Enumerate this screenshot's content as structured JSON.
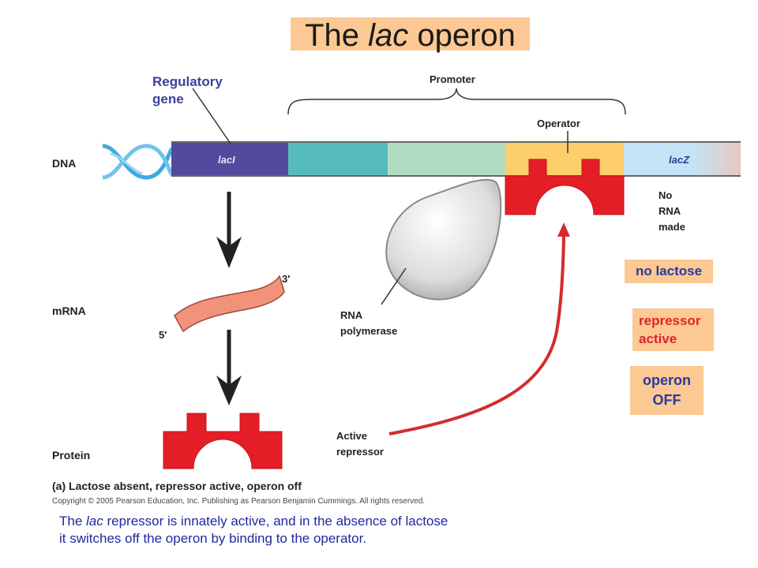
{
  "title": {
    "prefix": "The ",
    "italic": "lac",
    "suffix": " operon"
  },
  "labels": {
    "regulatory_gene": [
      "Regulatory",
      "gene"
    ],
    "promoter": "Promoter",
    "operator": "Operator",
    "dna": "DNA",
    "laci": "lacI",
    "lacz": "lacZ",
    "no_rna_made": [
      "No",
      "RNA",
      "made"
    ],
    "three_prime": "3′",
    "five_prime": "5′",
    "mrna": "mRNA",
    "rna_polymerase": [
      "RNA",
      "polymerase"
    ],
    "active_repressor": [
      "Active",
      "repressor"
    ],
    "protein": "Protein"
  },
  "tags": {
    "no_lactose": "no lactose",
    "repressor_active": [
      "repressor",
      "active"
    ],
    "operon_off": [
      "operon",
      "OFF"
    ]
  },
  "caption": {
    "letter": "(a)",
    "text": "Lactose  absent,  repressor  active,  operon  off"
  },
  "copyright": "Copyright © 2005 Pearson Education, Inc. Publishing as Pearson Benjamin Cummings. All rights reserved.",
  "footer": {
    "line1_pre": "The ",
    "line1_italic": "lac",
    "line1_post": " repressor is innately active, and in the absence of lactose",
    "line2": "it switches off the operon by binding to the operator."
  },
  "colors": {
    "laci": "#524a9c",
    "promoter_teal": "#55bbbd",
    "promoter_green": "#b1dcc2",
    "operator": "#fdcf6a",
    "lacz": "#c4e4f5",
    "repressor": "#e31e27",
    "mrna": "#f2927b",
    "arrow_red": "#d52b2b",
    "tag_bg": "#fcc893",
    "text_blue": "#3d3f9d"
  }
}
